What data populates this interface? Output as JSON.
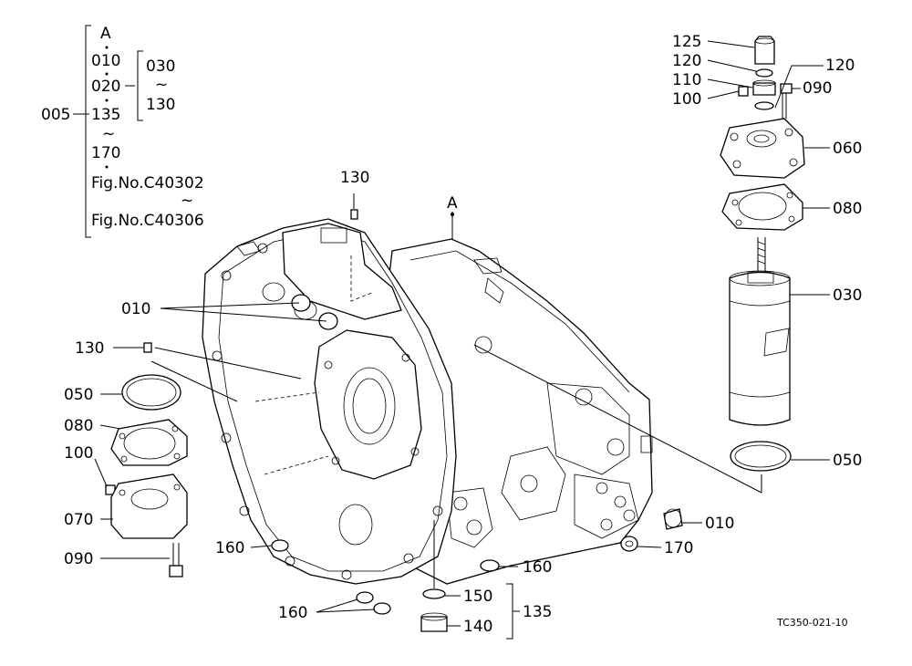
{
  "legend": {
    "group": "005",
    "items": [
      "A",
      "010",
      "020",
      "135",
      "~",
      "170",
      "Fig.No.C40302",
      "~",
      "Fig.No.C40306"
    ],
    "sub_range": [
      "030",
      "~",
      "130"
    ]
  },
  "callouts": {
    "c125": "125",
    "c120a": "120",
    "c120b": "120",
    "c110": "110",
    "c100a": "100",
    "c090a": "090",
    "c060": "060",
    "c080a": "080",
    "c030": "030",
    "c050a": "050",
    "c010a": "010",
    "c170": "170",
    "c130a": "130",
    "cA": "A",
    "c010b": "010",
    "c130b": "130",
    "c050b": "050",
    "c080b": "080",
    "c100b": "100",
    "c070": "070",
    "c090b": "090",
    "c160a": "160",
    "c160b": "160",
    "c160c": "160",
    "c150": "150",
    "c140": "140",
    "c135": "135"
  },
  "drawing_code": "TC350-021-10"
}
